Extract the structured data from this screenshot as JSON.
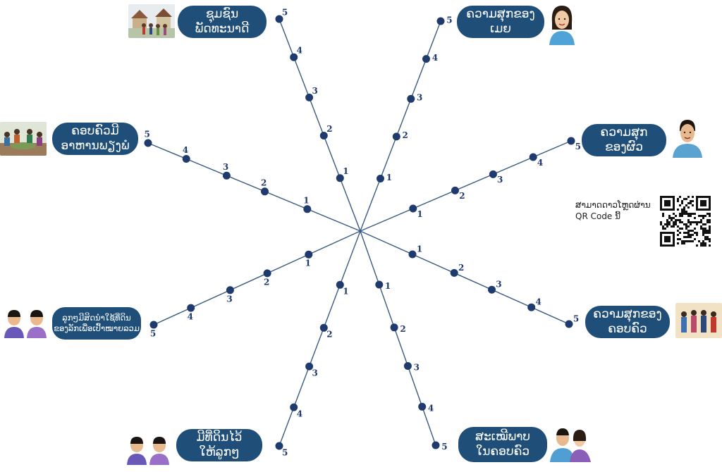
{
  "diagram": {
    "scale_values": [
      "1",
      "2",
      "3",
      "4",
      "5"
    ],
    "spokes": [
      {
        "id": "community-unity",
        "label_lines": [
          "ຊຸມຊົນ",
          "ພັດທະນາດີ"
        ]
      },
      {
        "id": "wife-happiness",
        "label_lines": [
          "ຄວາມສຸກຂອງ",
          "ເມຍ"
        ]
      },
      {
        "id": "family-food",
        "label_lines": [
          "ຄອບຄົວມີ",
          "ອາຫານພຽງພໍ"
        ]
      },
      {
        "id": "husband-happiness",
        "label_lines": [
          "ຄວາມສຸກ",
          "ຂອງຜົວ"
        ]
      },
      {
        "id": "family-happiness",
        "label_lines": [
          "ຄວາມສຸກຂອງ",
          "ຄອບຄົວ"
        ]
      },
      {
        "id": "family-equality",
        "label_lines": [
          "ສະເໝີພາບ",
          "ໃນຄອບຄົວ"
        ]
      },
      {
        "id": "children-food",
        "label_lines": [
          "ມີທີ່ດິນໄວ້",
          "ໃຫ້ລູກໆ"
        ]
      },
      {
        "id": "land-use-goal",
        "label_lines": [
          "ລູກໆມີສິດນຳໃຊ້ທີ່ດິນ",
          "ຂອງລັກເພື່ອເປົ້າໝາຍລວມ"
        ]
      }
    ]
  },
  "qr": {
    "caption_lines": [
      "ສາມາດດາວໂຫຼດຜ່ານ",
      "QR Code ນີ້"
    ]
  },
  "colors": {
    "label_bg": "#1f4e79",
    "line": "#3a5a80",
    "dot": "#1f3b6e",
    "number": "#1f3b6e"
  },
  "icons": {
    "community": "village-scene-illustration",
    "woman": "woman-portrait-illustration",
    "family_meal": "family-meal-illustration",
    "man": "man-portrait-illustration",
    "family": "family-group-illustration",
    "couple": "couple-illustration",
    "children": "children-pair-illustration",
    "qr": "qr-code-icon"
  }
}
